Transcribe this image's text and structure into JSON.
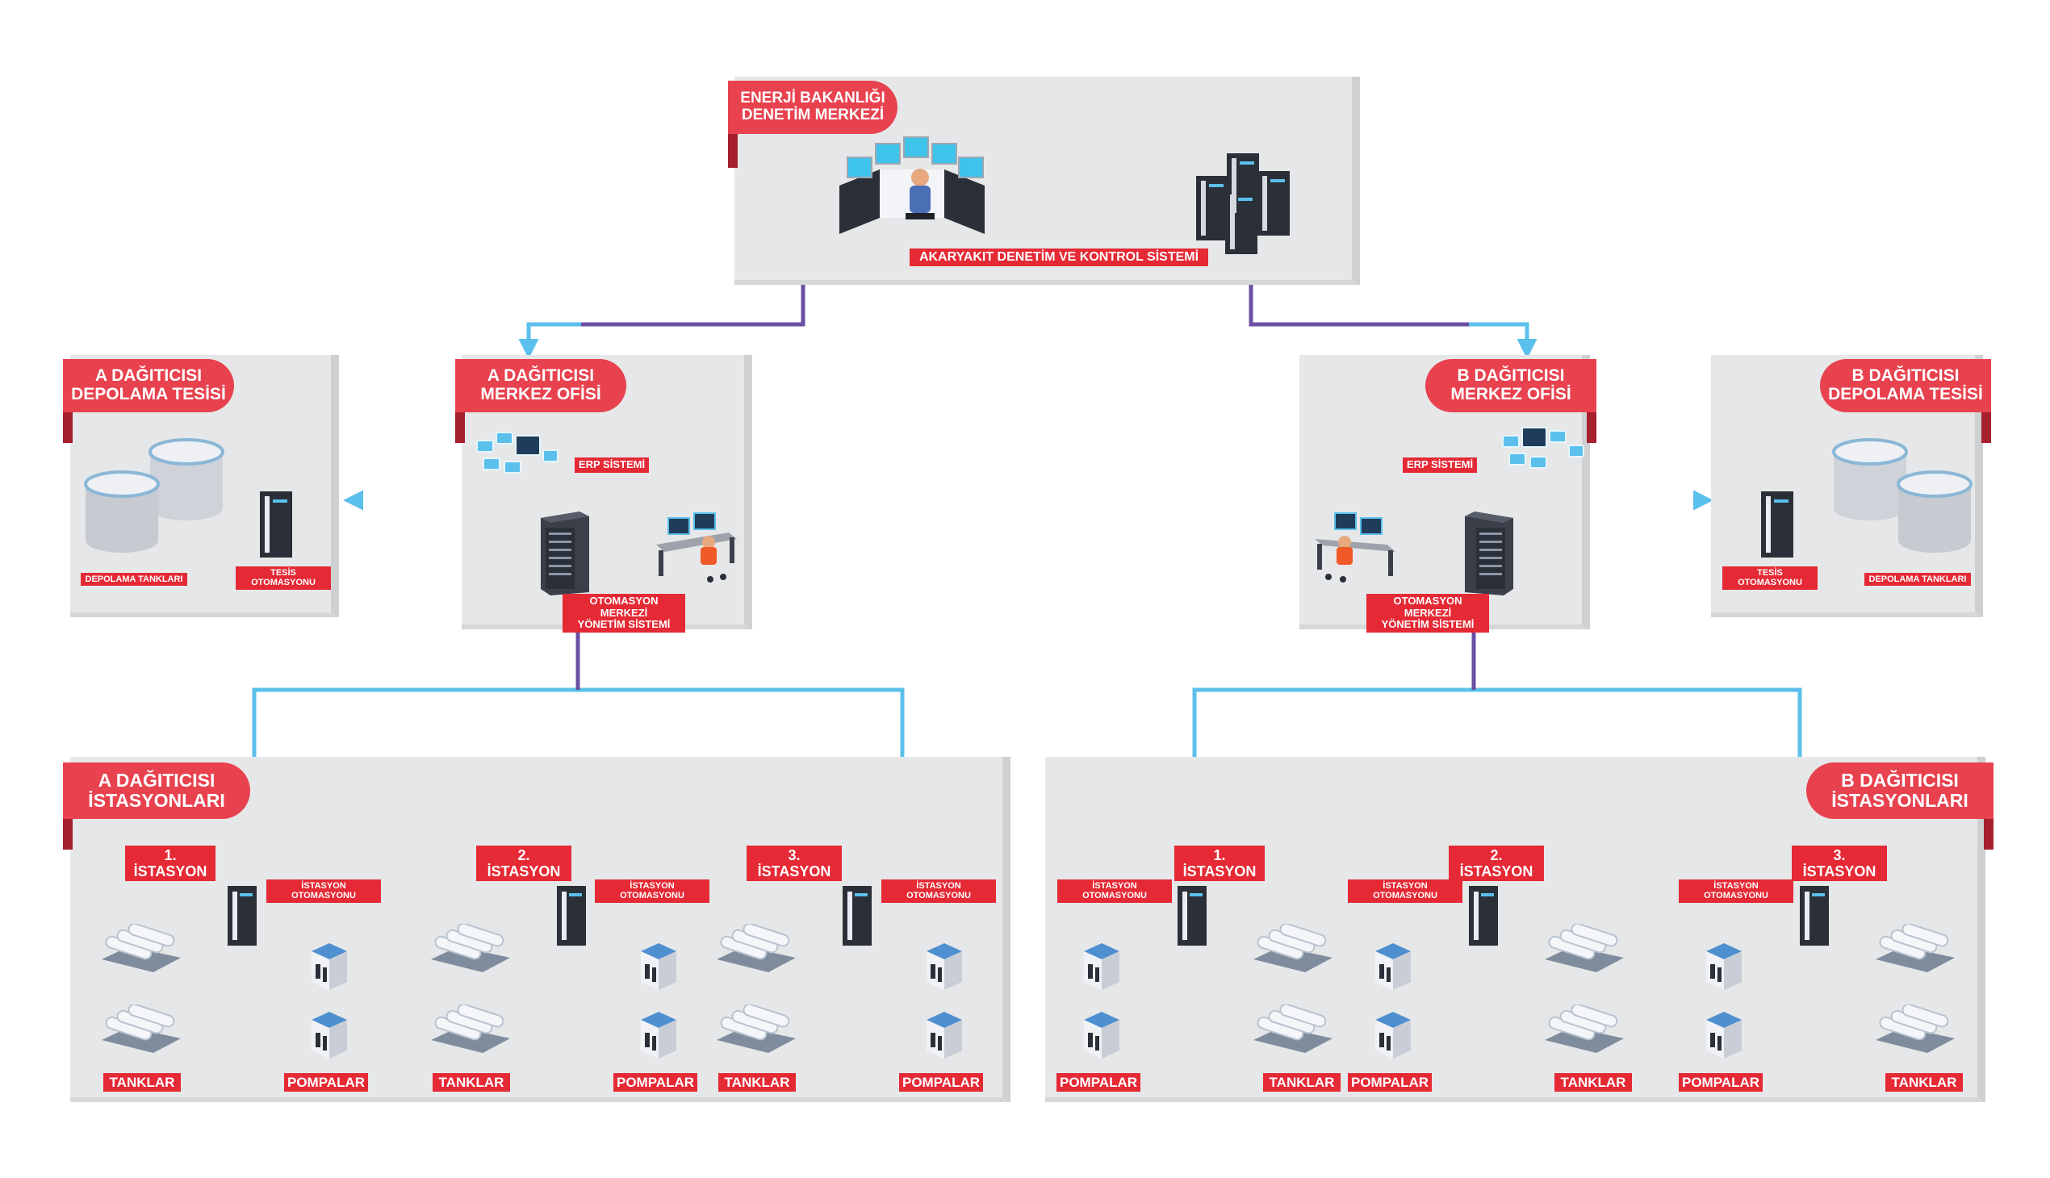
{
  "ministry": {
    "title": "ENERJİ BAKANLIĞI\nDENETİM MERKEZİ",
    "system_label": "AKARYAKIT DENETİM VE KONTROL SİSTEMİ"
  },
  "distributor_a": {
    "storage": {
      "title": "A DAĞITICISI\nDEPOLAMA TESİSİ",
      "tanks_label": "DEPOLAMA TANKLARI",
      "automation_label": "TESİS OTOMASYONU"
    },
    "office": {
      "title": "A DAĞITICISI\nMERKEZ OFİSİ",
      "erp_label": "ERP SİSTEMİ",
      "management_label": "OTOMASYON MERKEZİ\nYÖNETİM SİSTEMİ"
    },
    "stations": {
      "title": "A DAĞITICISI\nİSTASYONLARI",
      "items": [
        {
          "name": "1. İSTASYON",
          "automation_label": "İSTASYON OTOMASYONU",
          "tanks_label": "TANKLAR",
          "pumps_label": "POMPALAR"
        },
        {
          "name": "2. İSTASYON",
          "automation_label": "İSTASYON OTOMASYONU",
          "tanks_label": "TANKLAR",
          "pumps_label": "POMPALAR"
        },
        {
          "name": "3. İSTASYON",
          "automation_label": "İSTASYON OTOMASYONU",
          "tanks_label": "TANKLAR",
          "pumps_label": "POMPALAR"
        }
      ]
    }
  },
  "distributor_b": {
    "storage": {
      "title": "B DAĞITICISI\nDEPOLAMA TESİSİ",
      "tanks_label": "DEPOLAMA TANKLARI",
      "automation_label": "TESİS OTOMASYONU"
    },
    "office": {
      "title": "B DAĞITICISI\nMERKEZ OFİSİ",
      "erp_label": "ERP SİSTEMİ",
      "management_label": "OTOMASYON MERKEZİ\nYÖNETİM SİSTEMİ"
    },
    "stations": {
      "title": "B DAĞITICISI\nİSTASYONLARI",
      "items": [
        {
          "name": "1. İSTASYON",
          "automation_label": "İSTASYON OTOMASYONU",
          "tanks_label": "TANKLAR",
          "pumps_label": "POMPALAR"
        },
        {
          "name": "2. İSTASYON",
          "automation_label": "İSTASYON OTOMASYONU",
          "tanks_label": "TANKLAR",
          "pumps_label": "POMPALAR"
        },
        {
          "name": "3. İSTASYON",
          "automation_label": "İSTASYON OTOMASYONU",
          "tanks_label": "TANKLAR",
          "pumps_label": "POMPALAR"
        }
      ]
    }
  },
  "colors": {
    "accent_red": "#e52935",
    "tab_red": "#e8424f",
    "panel_gray": "#e6e7e8",
    "link_purple": "#6a4fa3",
    "link_blue": "#5bc0eb"
  },
  "icons": [
    "operator-desk-icon",
    "server-cluster-icon",
    "server-rack-icon",
    "storage-tank-icon",
    "cylinder-tank-group-icon",
    "fuel-pump-icon",
    "tablet-cluster-icon",
    "workstation-icon"
  ]
}
